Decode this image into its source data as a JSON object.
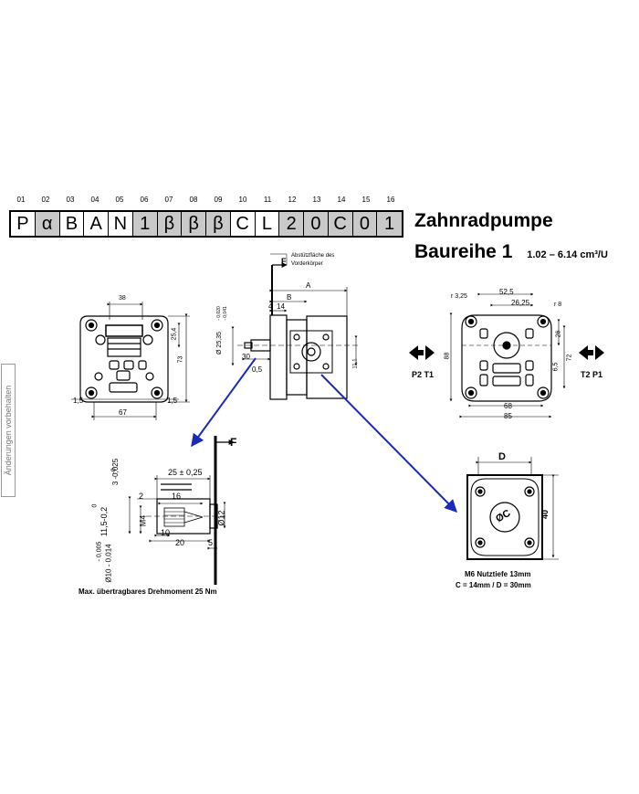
{
  "code_numbers": [
    "01",
    "02",
    "03",
    "04",
    "05",
    "06",
    "07",
    "08",
    "09",
    "10",
    "11",
    "12",
    "13",
    "14",
    "15",
    "16"
  ],
  "code_chars": [
    "P",
    "α",
    "B",
    "A",
    "N",
    "1",
    "β",
    "β",
    "β",
    "C",
    "L",
    "2",
    "0",
    "C",
    "0",
    "1"
  ],
  "title": "Zahnradpumpe",
  "series": "Baureihe 1",
  "displacement_range": "1.02 – 6.14 cm³/U",
  "side_note": "Änderungen vorbehalten",
  "labels": {
    "support_note_1": "Abstützfläche des",
    "support_note_2": "Vorderkörper",
    "F_top": "F",
    "A": "A",
    "B": "B",
    "d4": "4",
    "d14": "14",
    "d38": "38",
    "d25_4": "25,4",
    "d73": "73",
    "d1_5_left": "1,5",
    "d1_5_right": "1,5",
    "d67": "67",
    "d25_35": "Ø 25,35",
    "tol_0": "- 0,020",
    "tol_1": "- 0,041",
    "d30": "30",
    "d0_5": "0,5",
    "d11_1": "11,1",
    "r3_25": "r 3,25",
    "d52_5": "52,5",
    "d26_25": "26,25",
    "r8": "r 8",
    "d26": "26",
    "d88": "88",
    "d72": "72",
    "d6_5": "6,5",
    "d68": "68",
    "d85": "85",
    "P2T1": "P2 T1",
    "T2P1": "T2 P1",
    "shaft_F": "F",
    "k_0": "-0",
    "k_3": "3 -0,025",
    "d25_025": "25 ± 0,25",
    "d2": "2",
    "d16": "16",
    "d_0": "0",
    "d11_5": "11,5-0,2",
    "M4": "M4",
    "d10": "10",
    "d20": "20",
    "d5": "5",
    "phi12": "Ø12",
    "tol_005": "- 0,005",
    "phi10": "Ø10 - 0,014",
    "torque": "Max. übertragbares Drehmoment 25 Nm",
    "flange_D": "D",
    "flange_40": "40",
    "flange_C": "ØC",
    "m6_note": "M6 Nutztiefe 13mm",
    "cd_note": "C = 14mm / D = 30mm"
  }
}
